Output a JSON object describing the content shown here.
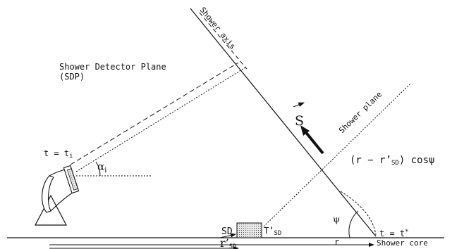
{
  "diagram": {
    "labels": {
      "sdp_title": "Shower Detector Plane",
      "sdp_abbrev": "(SDP)",
      "shower_axis": "Shower axis",
      "shower_plane": "Shower plane",
      "time_at_detector": "t = t",
      "time_subscript": "i",
      "alpha": "α",
      "alpha_subscript": "i",
      "vector_s": "S",
      "projection_expr_start": "(r  −  r’",
      "projection_expr_sub": "SD",
      "projection_expr_end": ") cosψ",
      "sd_label": "SD",
      "t_prime": "T’",
      "t_prime_subscript": "SD",
      "psi": "ψ",
      "time_at_core": "t = t",
      "time_at_core_star": "*",
      "r_label": "r",
      "shower_core": "Shower core",
      "r_prime": "r’",
      "r_prime_subscript": "SD"
    },
    "colors": {
      "ink": "#111111",
      "sd_fill": "#d8d8d8"
    }
  }
}
